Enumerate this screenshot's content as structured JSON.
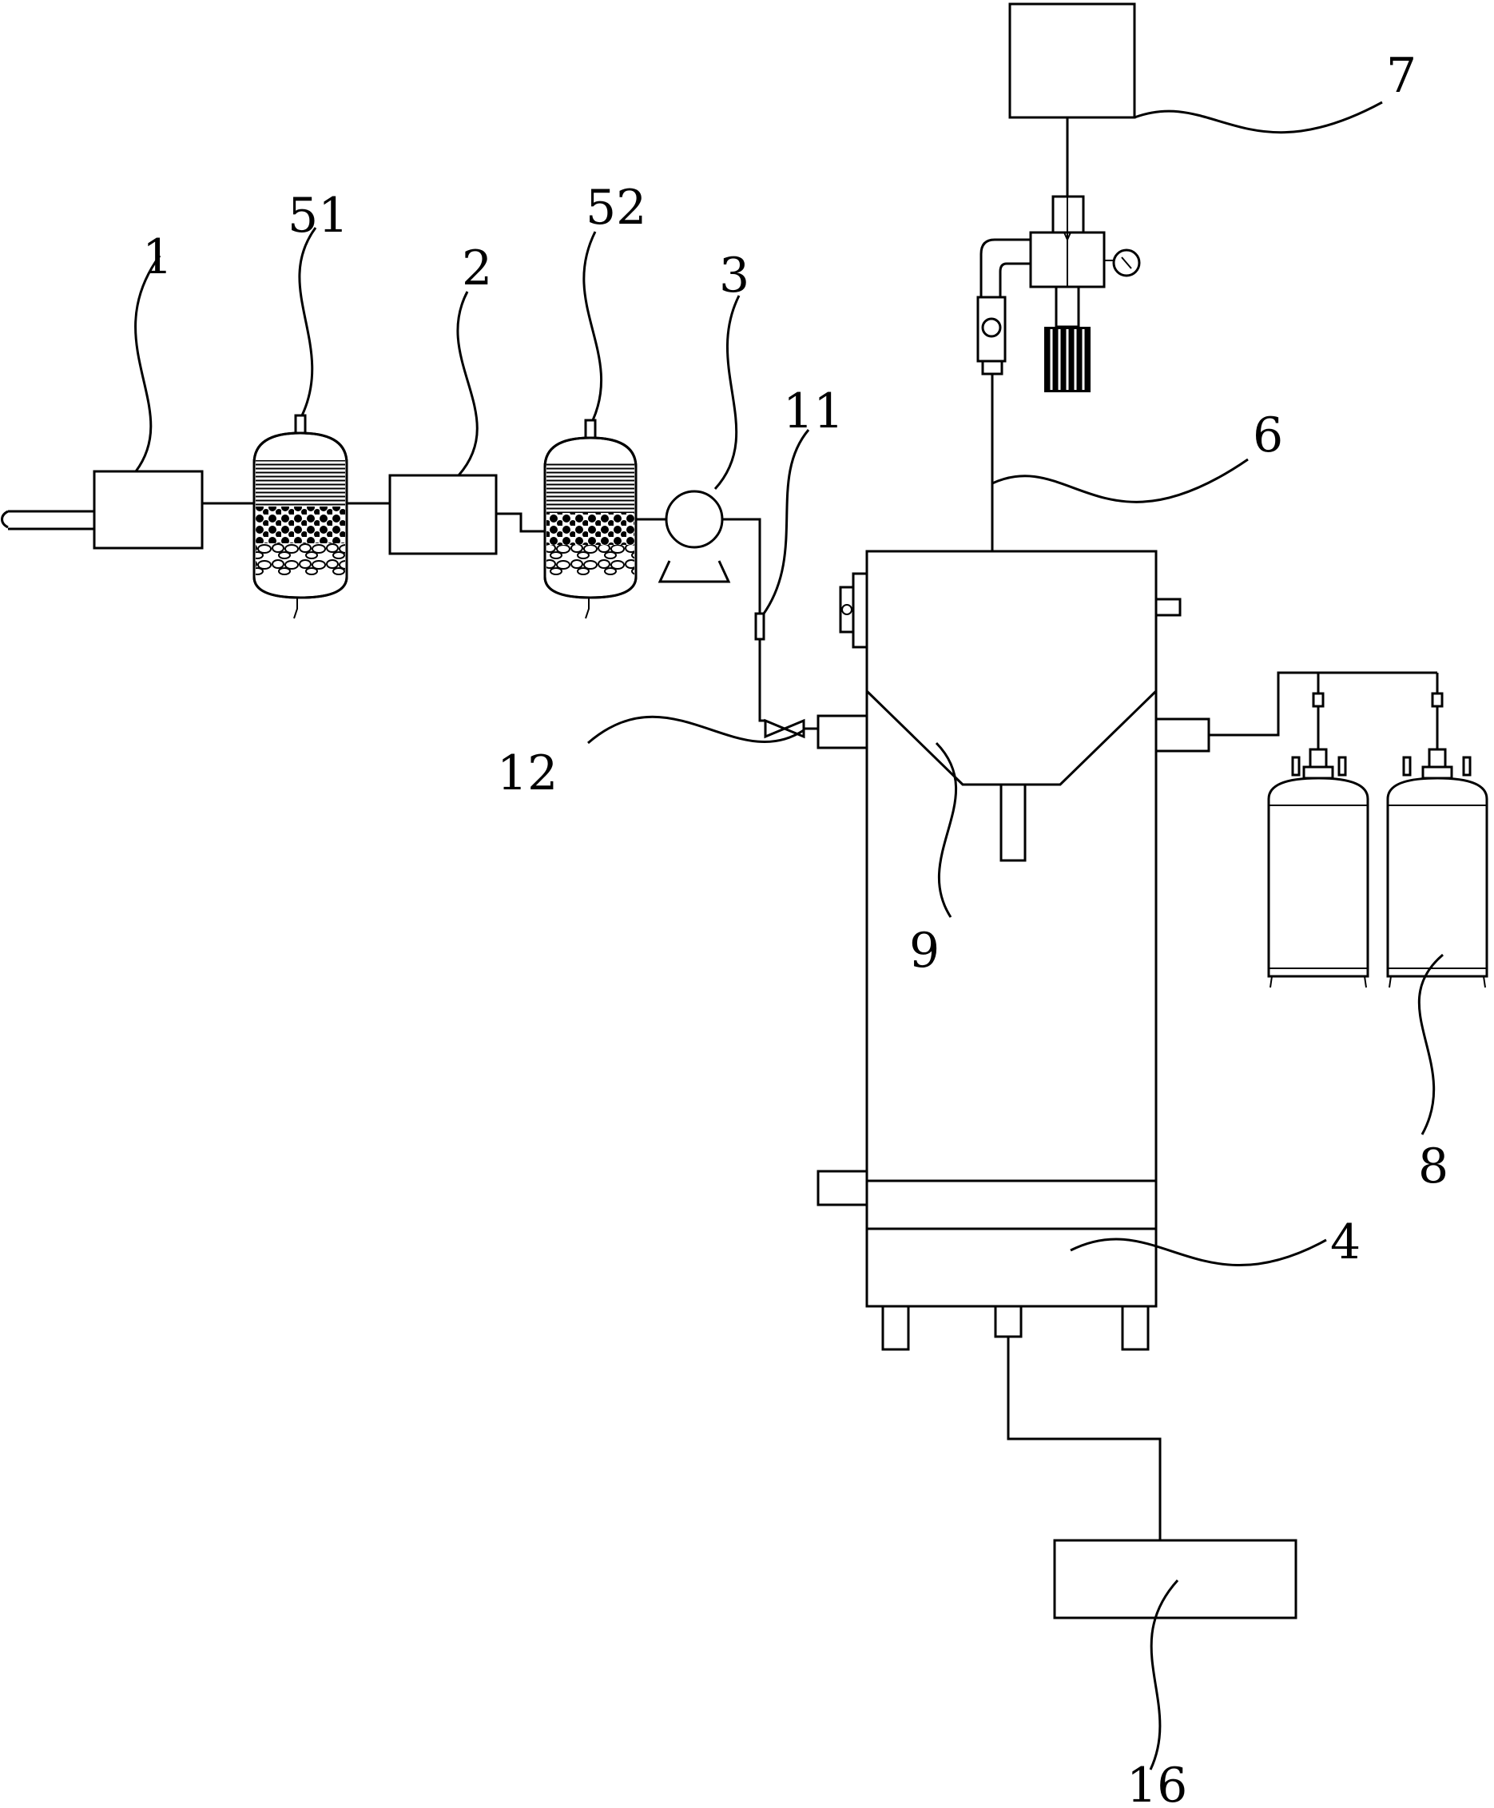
{
  "labels": {
    "l1": "1",
    "l2": "2",
    "l3": "3",
    "l4": "4",
    "l6": "6",
    "l7": "7",
    "l8": "8",
    "l9": "9",
    "l11": "11",
    "l12": "12",
    "l16": "16",
    "l51": "51",
    "l52": "52"
  },
  "colors": {
    "line": "#000000",
    "background": "#ffffff"
  }
}
